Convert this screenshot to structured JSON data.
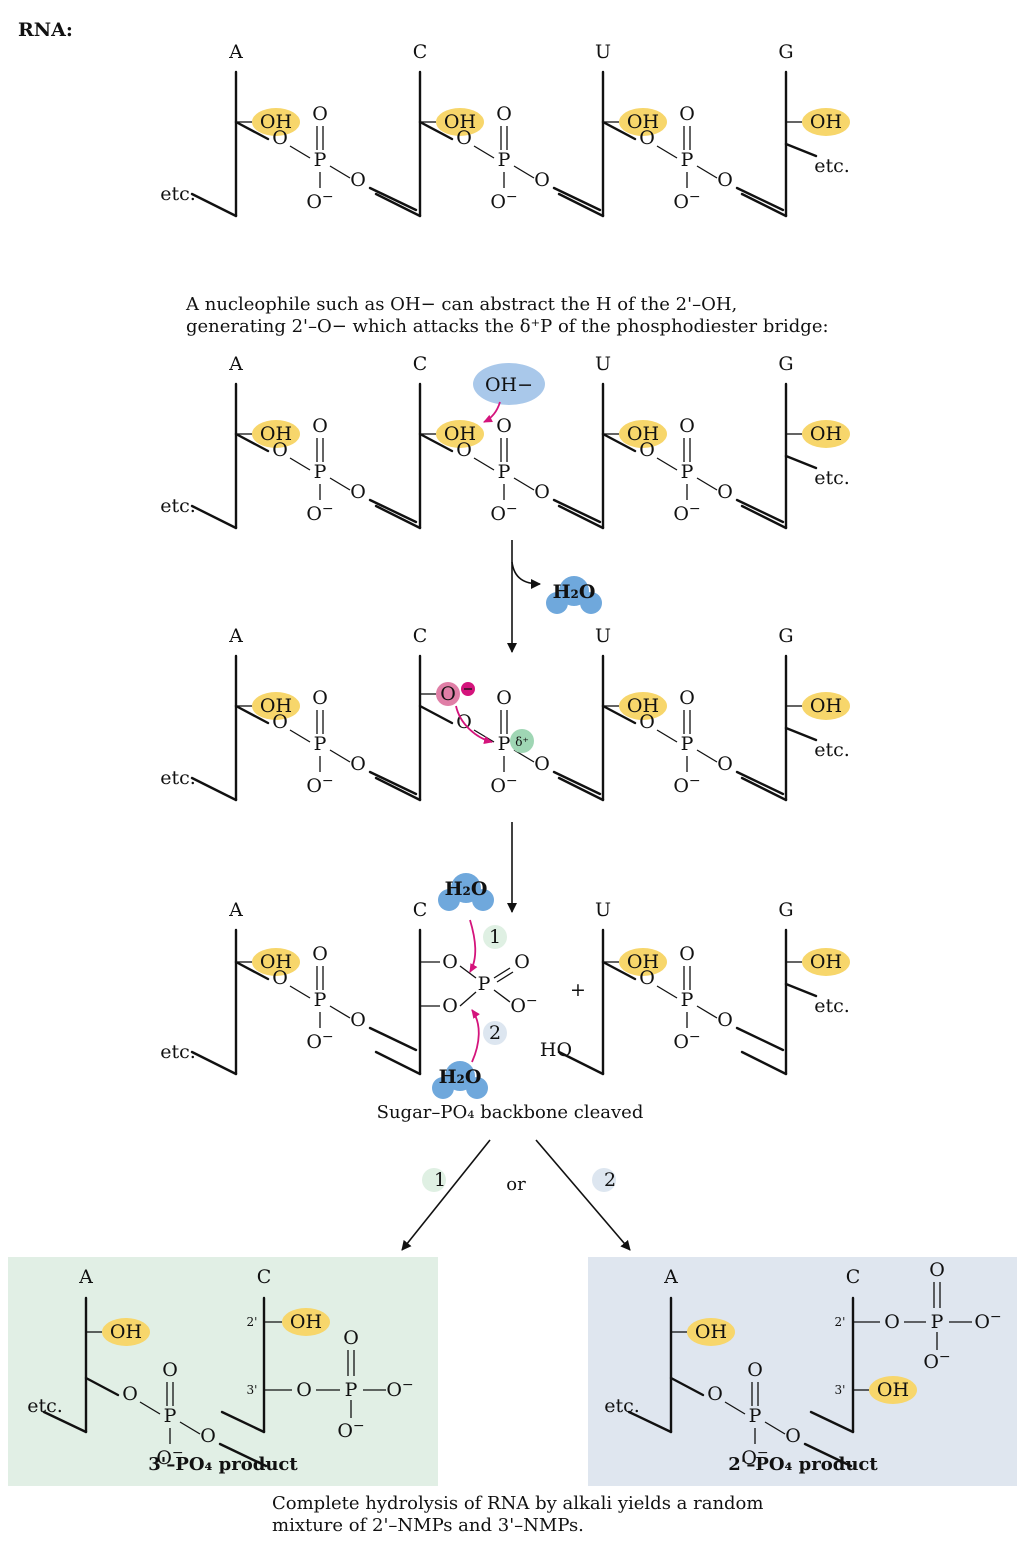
{
  "rna_label": "RNA:",
  "bases": [
    "A",
    "C",
    "U",
    "G"
  ],
  "terms": {
    "oh": "OH",
    "o": "O",
    "p": "P",
    "o_minus": "O−",
    "o_bare": "O−",
    "etc": "etc.",
    "ho": "HO",
    "hydroxide": "OH−",
    "water": "H₂O",
    "alkoxide": "O",
    "delta_plus": "δ⁺",
    "plus": "+",
    "step_1": "1",
    "step_2": "2",
    "or": "or",
    "prime_2": "2'",
    "prime_3": "3'"
  },
  "captions": {
    "mechanism_line_1": "A  nucleophile such as OH− can abstract the H of the 2'–OH,",
    "mechanism_line_2": "generating 2'–O− which attacks the δ⁺P of the phosphodiester bridge:",
    "cleaved": "Sugar–PO₄ backbone cleaved",
    "product_3p": "3'–PO₄ product",
    "product_2p": "2'–PO₄ product",
    "conclusion_line_1": "Complete hydrolysis of RNA by alkali yields a random",
    "conclusion_line_2": "mixture of 2'–NMPs and 3'–NMPs."
  },
  "colors": {
    "oh_badge": "#f7d66b",
    "water": "#6fa8dc",
    "hydroxide": "#a9c8ea",
    "alkoxide": "#e07ea6",
    "delta_badge": "#9fd6b4",
    "step1_badge": "#dff0e3",
    "step2_badge": "#dde6f0",
    "panel_3p": "#e1efe5",
    "panel_2p": "#dfe6ef",
    "curly_arrow": "#d4147c"
  },
  "icons": {
    "oh_badge": "yellow-ellipse-icon",
    "water": "water-molecule-icon",
    "hydroxide": "hydroxide-ion-icon",
    "alkoxide": "negative-charge-icon",
    "reaction_arrow": "arrow-down-icon"
  }
}
